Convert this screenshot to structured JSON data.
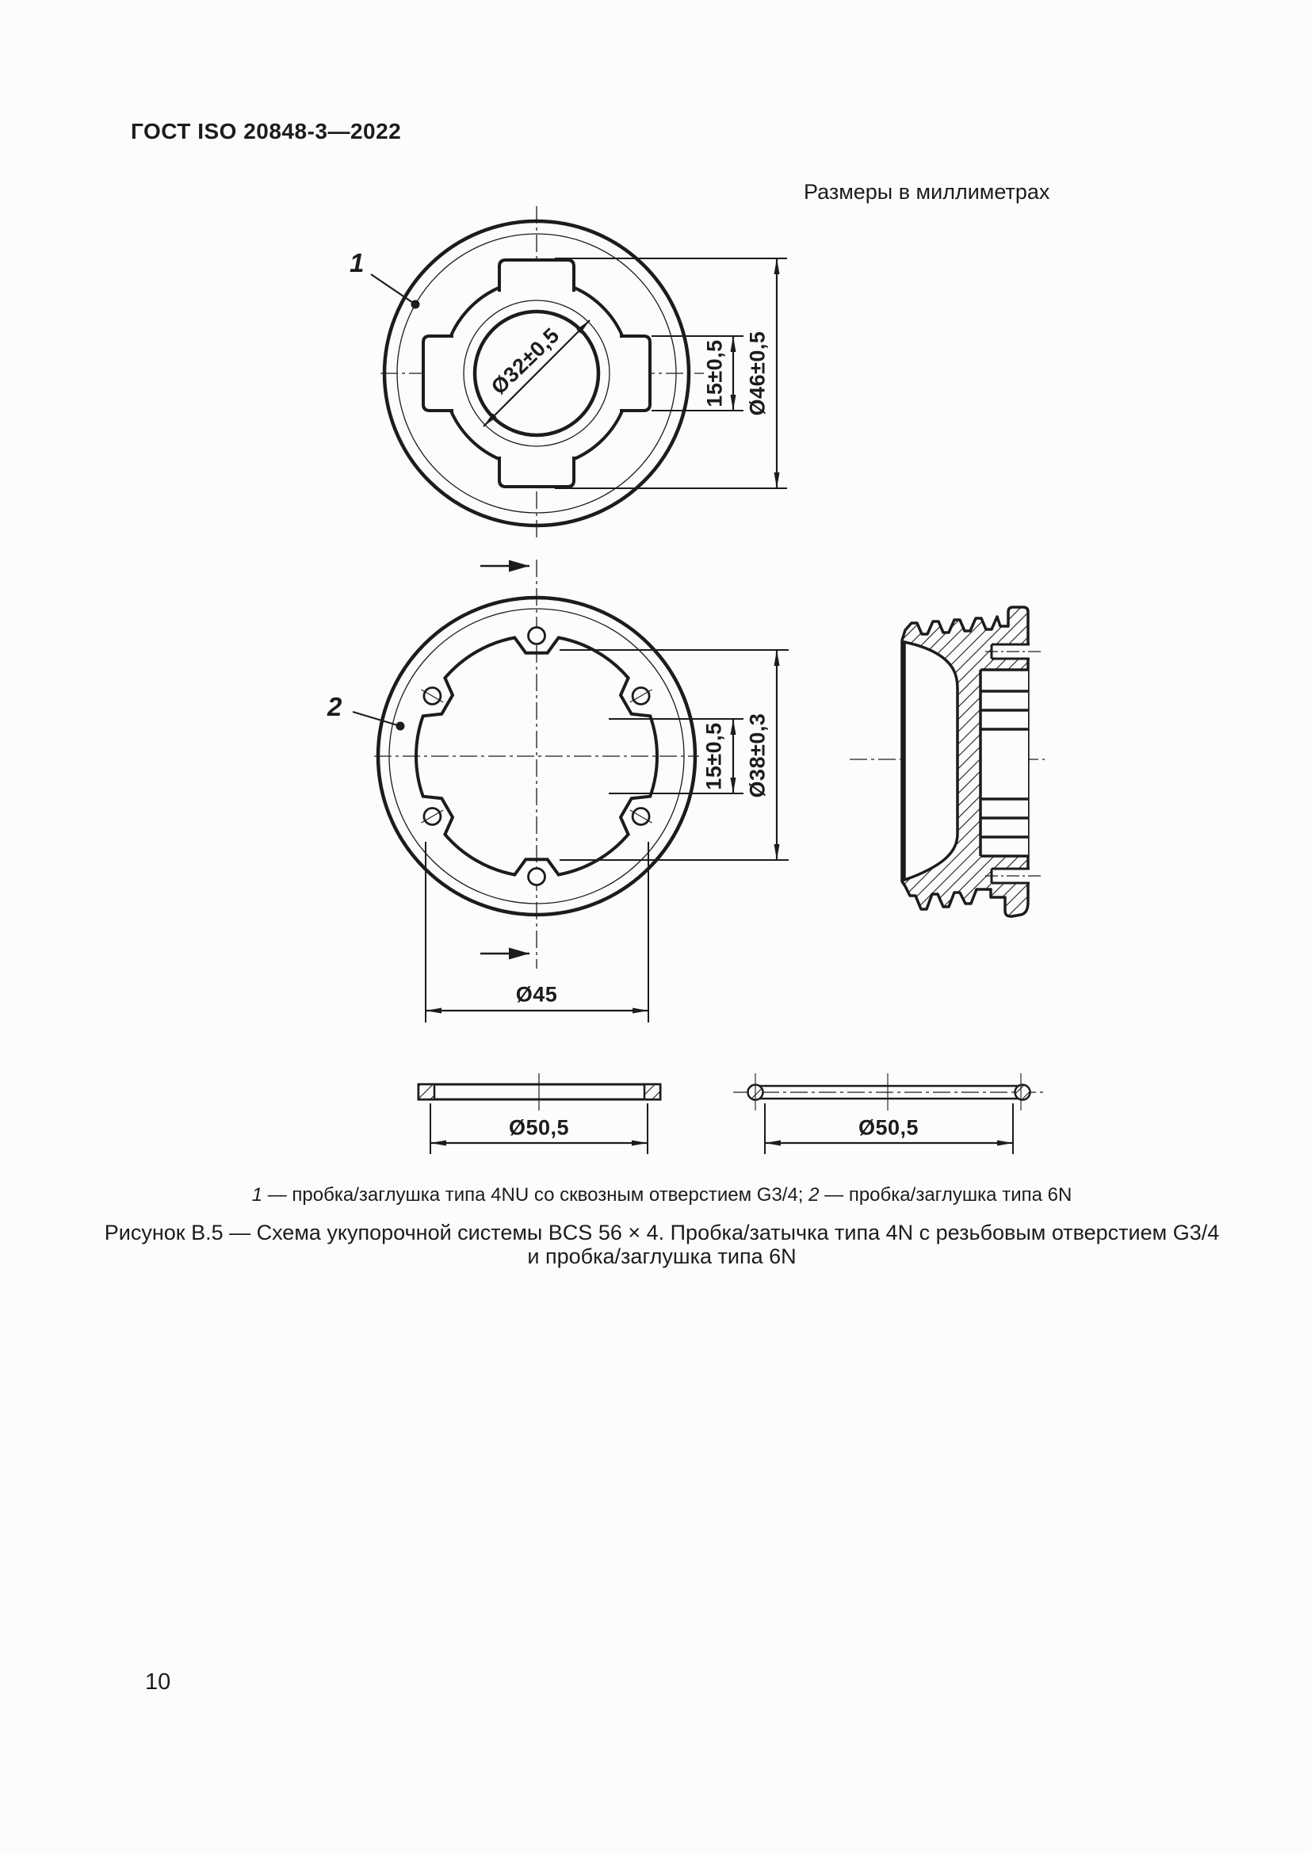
{
  "page": {
    "header": "ГОСТ ISO 20848-3—2022",
    "units_note": "Размеры в миллиметрах",
    "page_number": "10"
  },
  "figure": {
    "caption_parts": [
      {
        "text": "1",
        "italic": true
      },
      {
        "text": " — пробка/заглушка типа 4NU со сквозным отверстием G3/4; ",
        "italic": false
      },
      {
        "text": "2",
        "italic": true
      },
      {
        "text": " — пробка/заглушка типа 6N",
        "italic": false
      }
    ],
    "title_line1": "Рисунок В.5 — Схема укупорочной системы BCS 56 × 4. Пробка/затычка типа 4N с резьбовым отверстием G3/4",
    "title_line2": "и пробка/заглушка типа 6N"
  },
  "drawing1": {
    "part_label": "1",
    "dim_bore": "Ø32±0,5",
    "dim_lug_width": "15±0,5",
    "dim_outer": "Ø46±0,5"
  },
  "drawing2": {
    "part_label": "2",
    "dim_slot_width": "15±0,5",
    "dim_inner": "Ø38±0,3",
    "dim_bolt_circle": "Ø45"
  },
  "gasket_left": {
    "dim_outer": "Ø50,5"
  },
  "gasket_right": {
    "dim_outer": "Ø50,5"
  }
}
